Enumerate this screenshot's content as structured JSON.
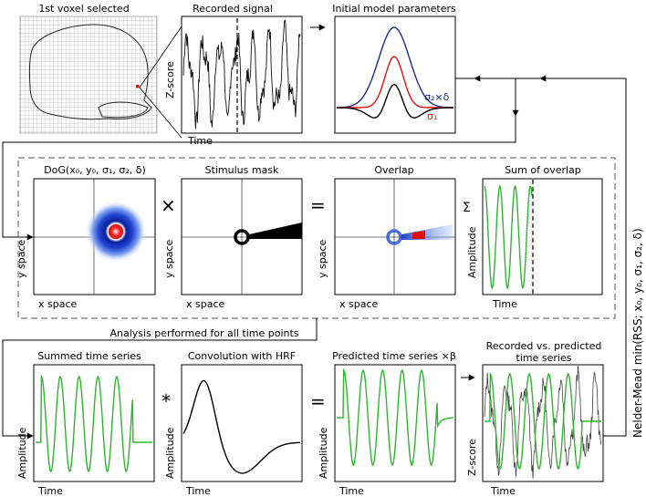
{
  "colors": {
    "green": "#2fb52f",
    "blue": "#1a2a8a",
    "red": "#e01010",
    "black": "#000000",
    "gray": "#666666"
  },
  "top_row": {
    "voxel": {
      "title": "1st voxel selected"
    },
    "recorded": {
      "title": "Recorded signal",
      "ylabel": "Z-score",
      "xlabel": "Time"
    },
    "initial": {
      "title": "Initial model parameters",
      "sigma2_label": "σ₂×δ",
      "sigma1_label": "σ₁"
    }
  },
  "middle_row": {
    "dog": {
      "title": "DoG(x₀, y₀, σ₁, σ₂, δ)",
      "ylabel": "y space",
      "xlabel": "x space"
    },
    "times_symbol": "×",
    "mask": {
      "title": "Stimulus mask",
      "ylabel": "y space",
      "xlabel": "x space"
    },
    "equals_symbol": "=",
    "overlap": {
      "title": "Overlap",
      "ylabel": "y space",
      "xlabel": "x space"
    },
    "sum": {
      "title": "Sum of overlap",
      "sigma_symbol": "Σ",
      "ylabel": "Amplitude",
      "xlabel": "Time"
    }
  },
  "analysis_note": "Analysis performed for all time points",
  "bottom_row": {
    "summed": {
      "title": "Summed time series",
      "ylabel": "Amplitude",
      "xlabel": "Time"
    },
    "conv_symbol": "*",
    "hrf": {
      "title": "Convolution with HRF",
      "ylabel": "Amplitude",
      "xlabel": "Time"
    },
    "equals_symbol": "=",
    "predicted": {
      "title": "Predicted time series ×β",
      "ylabel": "Amplitude",
      "xlabel": "Time"
    },
    "recvpred": {
      "title_line1": "Recorded vs. predicted",
      "title_line2": "time series",
      "ylabel": "Z-score",
      "xlabel": "Time"
    }
  },
  "optimizer_label": "Nelder-Mead min(RSS; x₀, y₀, σ₁, σ₂, δ)"
}
